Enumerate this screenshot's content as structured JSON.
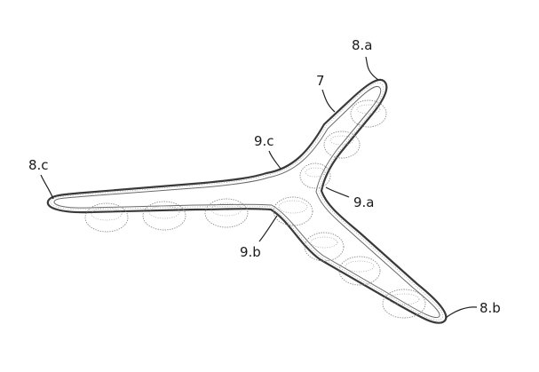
{
  "labels": {
    "arm_a_end": "8.a",
    "arm_b_end": "8.b",
    "arm_c_end": "8.c",
    "joint_a": "9.a",
    "joint_b": "9.b",
    "joint_c": "9.c",
    "body": "7"
  },
  "colors": {
    "outline": "#3a3a3a",
    "pads": "#8a8a8a",
    "text": "#1a1a1a",
    "background": "#ffffff"
  }
}
